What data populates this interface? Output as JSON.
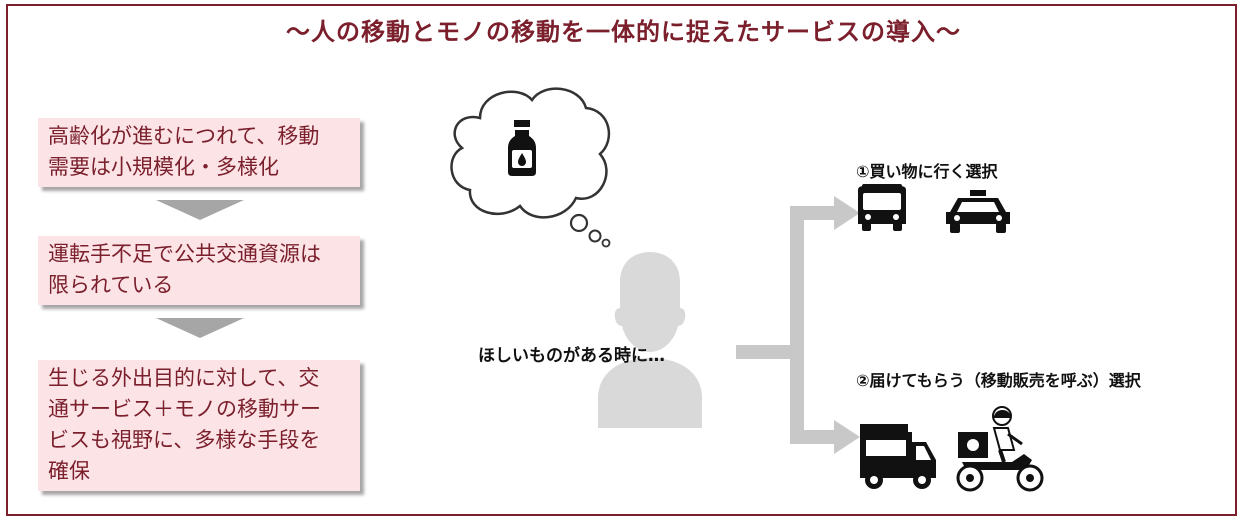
{
  "title": "～人の移動とモノの移動を一体的に捉えたサービスの導入～",
  "steps": [
    {
      "lines": [
        "高齢化が進むにつれて、移動",
        "需要は小規模化・多様化"
      ]
    },
    {
      "lines": [
        "運転手不足で公共交通資源は",
        "限られている"
      ]
    },
    {
      "lines": [
        "生じる外出目的に対して、交",
        "通サービス＋モノの移動サー",
        "ビスも視野に、多様な手段を",
        "確保"
      ]
    }
  ],
  "person_caption": "ほしいものがある時に…",
  "option1_label": "①買い物に行く選択",
  "option2_label": "②届けてもらう（移動販売を呼ぶ）選択",
  "icons": [
    "thought-bubble-icon",
    "milk-bottle-icon",
    "person-icon",
    "bus-icon",
    "taxi-icon",
    "food-truck-icon",
    "delivery-scooter-icon"
  ],
  "colors": {
    "accent": "#7a1f2b",
    "box_fill": "#fbe3e6",
    "arrow": "#c8c8c8",
    "triangle": "#a6a6a6"
  }
}
